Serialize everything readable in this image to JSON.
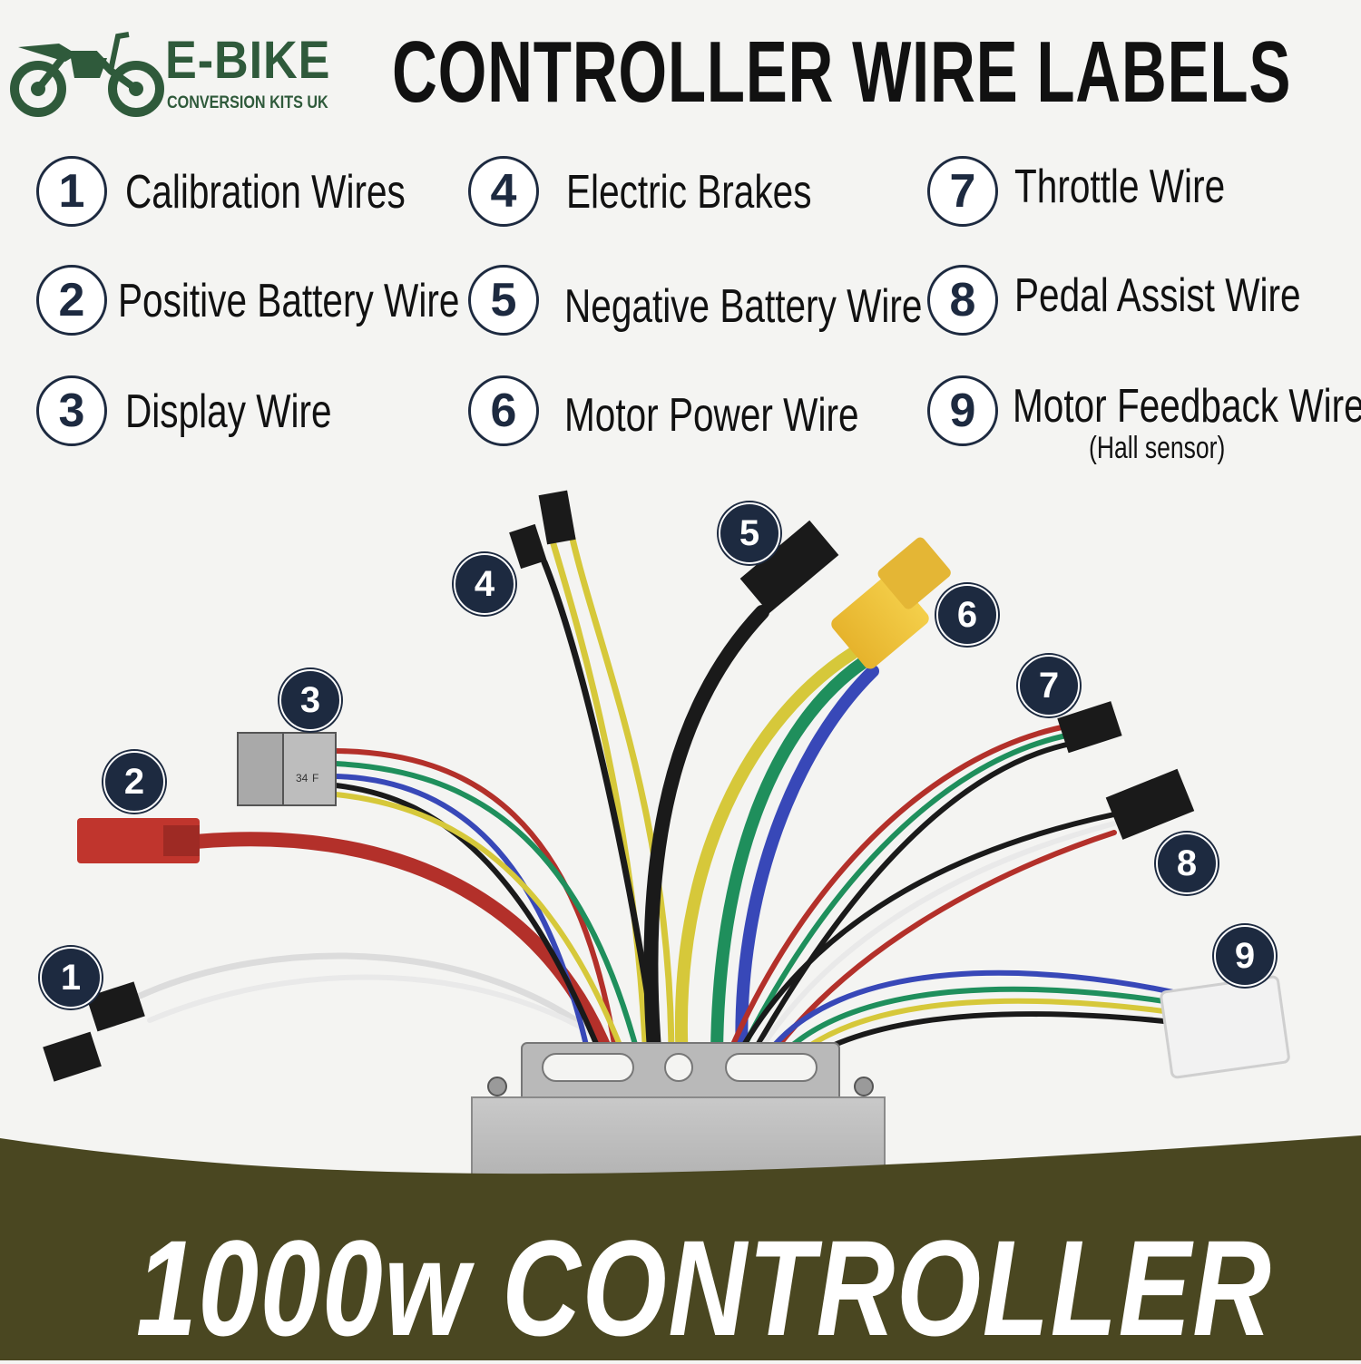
{
  "brand": {
    "name": "E-BIKE",
    "tagline": "CONVERSION KITS UK",
    "icon": "motorbike-icon",
    "color": "#2f5a3b"
  },
  "title": "CONTROLLER WIRE LABELS",
  "legend": [
    {
      "num": "1",
      "label": "Calibration Wires"
    },
    {
      "num": "2",
      "label": "Positive Battery Wire"
    },
    {
      "num": "3",
      "label": "Display Wire"
    },
    {
      "num": "4",
      "label": "Electric Brakes"
    },
    {
      "num": "5",
      "label": "Negative Battery Wire"
    },
    {
      "num": "6",
      "label": "Motor Power Wire"
    },
    {
      "num": "7",
      "label": "Throttle Wire"
    },
    {
      "num": "8",
      "label": "Pedal Assist Wire"
    },
    {
      "num": "9",
      "label": "Motor Feedback Wire",
      "note": "(Hall sensor)"
    }
  ],
  "connector_text": {
    "line1": "34",
    "line2": "F"
  },
  "footer": {
    "text": "1000w CONTROLLER",
    "band_color": "#4a4721"
  },
  "colors": {
    "marker": "#1d2a40",
    "red": "#b3302a",
    "yellow": "#d6c83a",
    "green": "#1f8f5c",
    "blue": "#3848b8",
    "black": "#1a1a1a"
  }
}
